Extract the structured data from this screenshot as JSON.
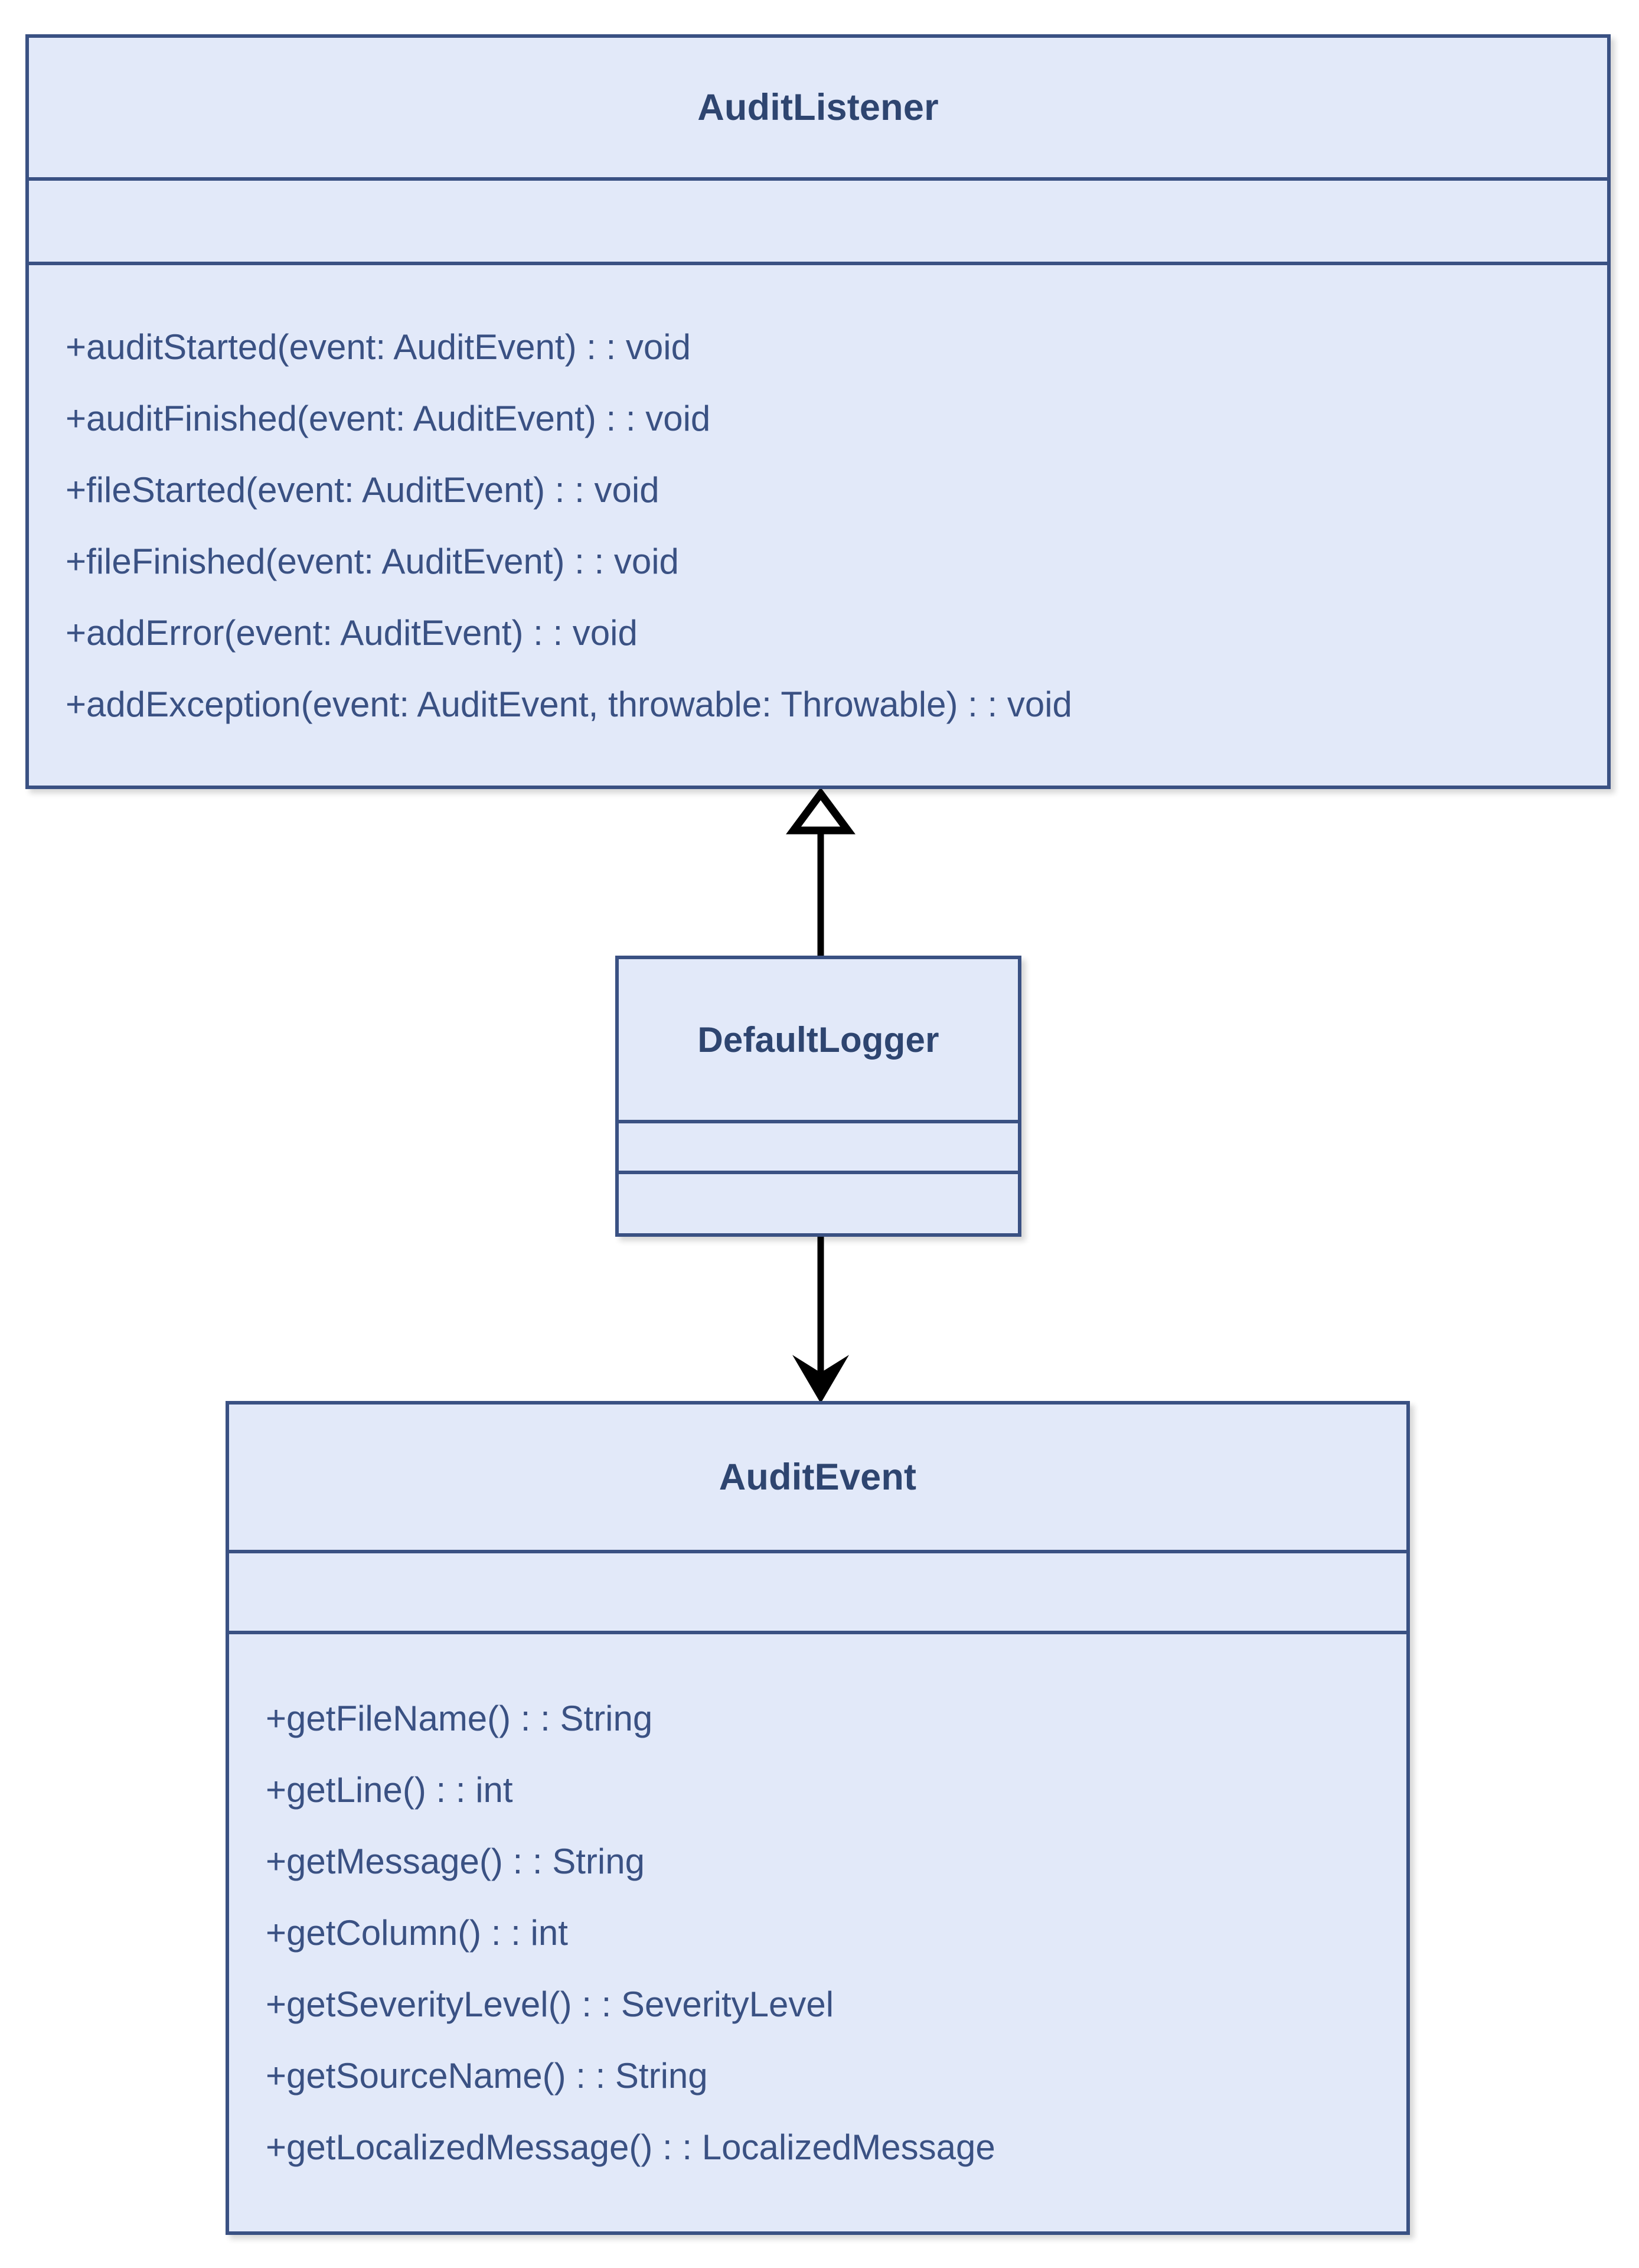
{
  "diagram": {
    "type": "uml-class-diagram",
    "background_color": "#ffffff",
    "box_fill_color": "#e2e9f9",
    "box_border_color": "#3a5183",
    "title_text_color": "#2e4570",
    "member_text_color": "#3a5183",
    "connector_color": "#000000"
  },
  "classes": [
    {
      "id": "auditlistener",
      "name": "AuditListener",
      "attributes": [],
      "operations": [
        "+auditStarted(event: AuditEvent) : : void",
        "+auditFinished(event: AuditEvent) : : void",
        "+fileStarted(event: AuditEvent) : : void",
        "+fileFinished(event: AuditEvent) : : void",
        "+addError(event: AuditEvent) : : void",
        "+addException(event: AuditEvent, throwable: Throwable) : : void"
      ]
    },
    {
      "id": "defaultlogger",
      "name": "DefaultLogger",
      "attributes": [],
      "operations": []
    },
    {
      "id": "auditevent",
      "name": "AuditEvent",
      "attributes": [],
      "operations": [
        "+getFileName() : : String",
        "+getLine() : : int",
        "+getMessage() : : String",
        "+getColumn() : : int",
        "+getSeverityLevel() : : SeverityLevel",
        "+getSourceName() : : String",
        "+getLocalizedMessage() : : LocalizedMessage"
      ]
    }
  ],
  "relationships": [
    {
      "id": "generalization",
      "kind": "generalization",
      "arrowhead": "hollow-triangle",
      "from": "DefaultLogger",
      "to": "AuditListener",
      "direction": "up"
    },
    {
      "id": "association",
      "kind": "association",
      "arrowhead": "solid-arrow",
      "from": "DefaultLogger",
      "to": "AuditEvent",
      "direction": "down"
    }
  ]
}
